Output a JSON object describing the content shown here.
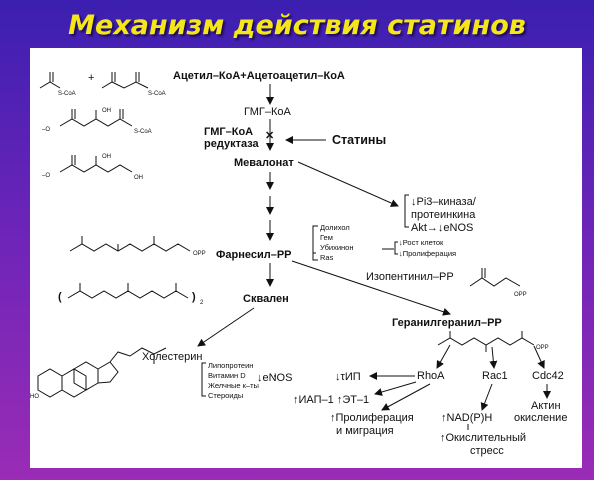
{
  "title": "Механизм действия статинов",
  "nodes": {
    "acetyl": "Ацетил–КоА+Ацетоацетил–КоА",
    "hmg": "ГМГ–КоА",
    "reductase_1": "ГМГ–КоА",
    "reductase_2": "редуктаза",
    "statins": "Статины",
    "mevalonate": "Мевалонат",
    "farnesyl": "Фарнесил–РР",
    "squalene": "Сквален",
    "cholesterol": "Холестерин",
    "isopentenyl": "Изопентинил–РР",
    "geranyl": "Геранилгеранил–РР",
    "rhoa": "RhoA",
    "rac1": "Rac1",
    "cdc42": "Cdc42"
  },
  "pi3k": [
    "↓Pi3–киназа/",
    "протеинкина",
    "Akt→↓eNOS"
  ],
  "farnesyl_list": [
    "Долихол",
    "Гем",
    "Убихинон",
    "Ras"
  ],
  "ras_effects": [
    "↓Рост клеток",
    "↓Пролиферация"
  ],
  "chol_list": [
    "Липопротеин",
    "Витамин D",
    "Желчные к–ты",
    "Стероиды"
  ],
  "enos": "↓eNOS",
  "tip": "↓τИП",
  "iap": "↑ИАП–1 ↑ЭТ–1",
  "prolif_1": "↑Пролиферация",
  "prolif_2": "и миграция",
  "nadph": "↑NAD(P)H",
  "ox_1": "↑Окислительный",
  "ox_2": "стресс",
  "actin": "Актин",
  "actin_ox": "окисление",
  "chem": {
    "scoa_1": "S-CoA",
    "scoa_2": "S-CoA",
    "scoa_3": "S-CoA",
    "plus": "+",
    "oh_1": "OH",
    "oh_2": "OH",
    "oh_3": "OH",
    "o_minus_1": "–O",
    "o_minus_2": "–O",
    "opp_1": "OPP",
    "opp_2": "OPP",
    "opp_3": "OPP",
    "sub2": "2",
    "ho": "HO"
  }
}
